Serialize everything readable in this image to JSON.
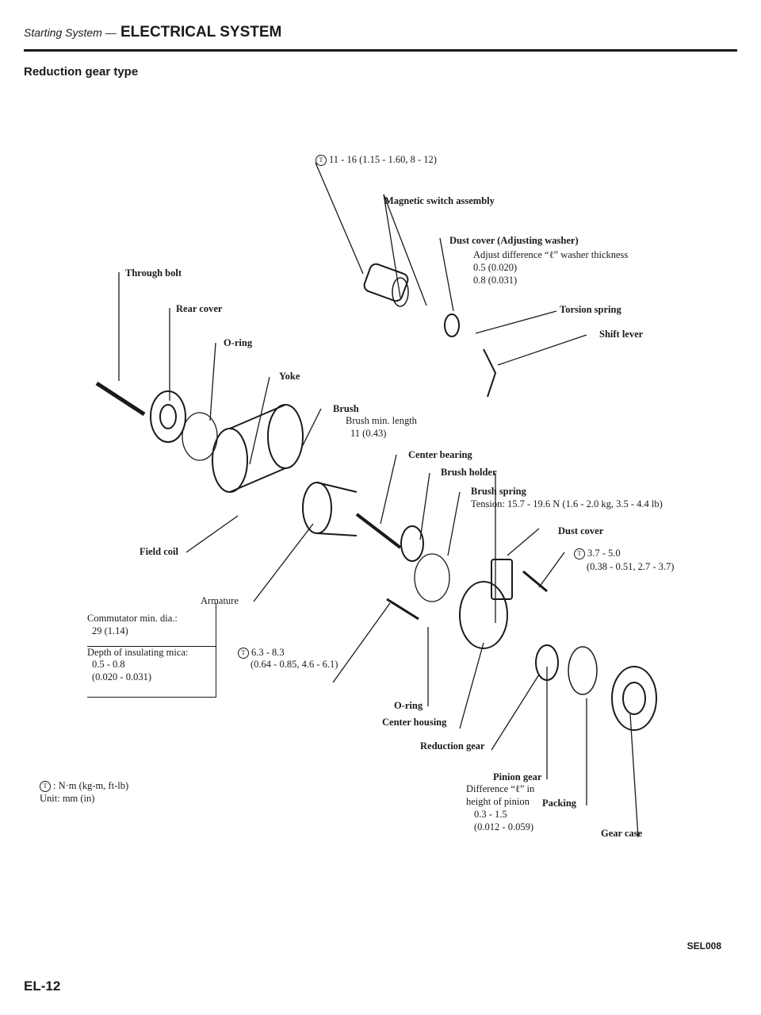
{
  "header": {
    "section": "Starting System",
    "title": "ELECTRICAL SYSTEM"
  },
  "subtitle": "Reduction gear type",
  "labels": {
    "torque_top": "11 - 16 (1.15 - 1.60, 8 - 12)",
    "magnetic_switch": "Magnetic switch assembly",
    "dust_cover_adj": "Dust cover (Adjusting washer)",
    "adjust_diff": "Adjust difference “ℓ” washer thickness",
    "adj_v1": "0.5 (0.020)",
    "adj_v2": "0.8 (0.031)",
    "through_bolt": "Through bolt",
    "rear_cover": "Rear cover",
    "o_ring_1": "O-ring",
    "torsion_spring": "Torsion spring",
    "shift_lever": "Shift lever",
    "yoke": "Yoke",
    "brush": "Brush",
    "brush_len": "Brush min. length",
    "brush_len_v": "11 (0.43)",
    "center_bearing": "Center bearing",
    "brush_holder": "Brush holder",
    "brush_spring": "Brush spring",
    "tension": "Tension:  15.7 - 19.6 N (1.6 - 2.0 kg, 3.5 - 4.4 lb)",
    "dust_cover": "Dust cover",
    "torque_dust": "3.7 - 5.0",
    "torque_dust_2": "(0.38 - 0.51, 2.7 - 3.7)",
    "field_coil": "Field coil",
    "armature": "Armature",
    "comm_dia": "Commutator min. dia.:",
    "comm_dia_v": "29 (1.14)",
    "mica": "Depth of insulating mica:",
    "mica_v1": "0.5 - 0.8",
    "mica_v2": "(0.020 - 0.031)",
    "torque_mid": "6.3 - 8.3",
    "torque_mid_2": "(0.64 - 0.85, 4.6 - 6.1)",
    "o_ring_2": "O-ring",
    "center_housing": "Center housing",
    "reduction_gear": "Reduction gear",
    "pinion_gear": "Pinion gear",
    "pinion_diff": "Difference “ℓ” in",
    "pinion_diff_2": "height of pinion",
    "pinion_v1": "0.3 - 1.5",
    "pinion_v2": "(0.012 - 0.059)",
    "packing": "Packing",
    "gear_case": "Gear case",
    "legend_torque": ":  N·m (kg-m, ft-lb)",
    "legend_unit": "Unit:  mm (in)",
    "torque_symbol": "T"
  },
  "figure_code": "SEL008",
  "page_number": "EL-12"
}
